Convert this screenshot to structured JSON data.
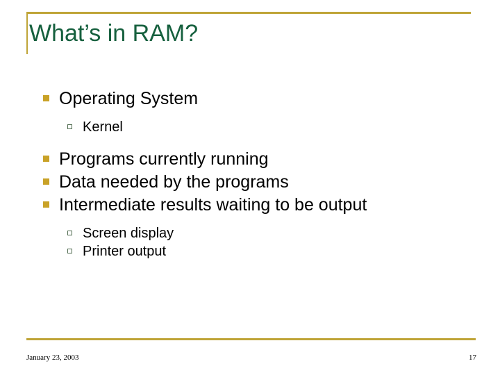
{
  "slide": {
    "title": "What’s in RAM?",
    "colors": {
      "title_green": "#16603E",
      "rule_gold": "#BFA437",
      "bullet_level1": "#C9A227",
      "bullet_level2_outline": "#4F6B4F",
      "body_text": "#000000",
      "background": "#FFFFFF"
    },
    "body": [
      {
        "level": 1,
        "text": "Operating System"
      },
      {
        "level": 2,
        "text": "Kernel"
      },
      {
        "level": 1,
        "text": "Programs currently running"
      },
      {
        "level": 1,
        "text": "Data needed by the programs"
      },
      {
        "level": 1,
        "text": "Intermediate results waiting to be output"
      },
      {
        "level": 2,
        "text": "Screen display"
      },
      {
        "level": 2,
        "text": "Printer output"
      }
    ],
    "footer": {
      "date": "January 23, 2003",
      "page_number": "17"
    }
  }
}
